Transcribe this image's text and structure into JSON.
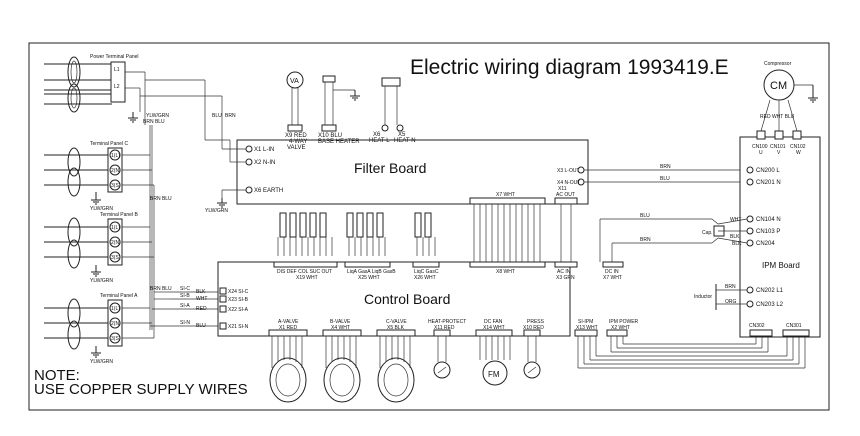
{
  "title": "Electric wiring diagram 1993419.E",
  "note": {
    "line1": "NOTE:",
    "line2": "USE COPPER SUPPLY WIRES"
  },
  "boards": {
    "filter": "Filter Board",
    "control": "Control Board",
    "ipm": "IPM Board"
  },
  "compressor": {
    "label": "Compressor",
    "symbol": "CM",
    "wires": "RED WHT BLU"
  },
  "power_panel": "Power Terminal Panel",
  "panels": [
    "Terminal Panel C",
    "Terminal Panel B",
    "Terminal Panel A"
  ],
  "terminal_labels": [
    "L1",
    "L2",
    "1(L)",
    "2(N)",
    "3(S)",
    "1(L)",
    "2(N)",
    "3(S)",
    "1(L)",
    "2(N)",
    "3(S)"
  ],
  "wire_colors": {
    "brn": "BRN",
    "blu": "BLU",
    "brn_blu": "BRN BLU",
    "yel_grn": "YLW/GRN",
    "blk": "BLK",
    "wht": "WHT",
    "red": "RED",
    "org": "ORG"
  },
  "filter_connectors": {
    "x1": "X1 L-IN",
    "x2": "X2 N-IN",
    "x6": "X6 EARTH",
    "x9": [
      "X9  RED",
      "4-WAY",
      "VALVE"
    ],
    "x10": [
      "X10  BLU",
      "BASE HEATER"
    ],
    "x6h": [
      "X6",
      "HEAT-L"
    ],
    "x5": [
      "X5",
      "HEAT-N"
    ],
    "x3": "X3 L-OUT",
    "x4": "X4 N-OUT",
    "x7": "X7 WHT",
    "x11": [
      "X11",
      "AC OUT"
    ]
  },
  "control_connectors": {
    "x24": "X24 SI-C",
    "x23": "X23 SI-B",
    "x22": "X22 SI-A",
    "x21": "X21 SI-N",
    "sensors": "DIS  DEF  COL  SUC  OUT",
    "x19": "X19 WHT",
    "sensors2": "LiqA  GasA  LiqB  GasB",
    "x25": "X25 WHT",
    "sensors3": "LiqC  GasC",
    "x26": "X26 WHT",
    "x8": "X8 WHT",
    "acin": [
      "AC IN",
      "X3 GRN"
    ],
    "dcin": [
      "DC IN",
      "X7 WHT"
    ],
    "avalve": [
      "A-VALVE",
      "X1 RED"
    ],
    "bvalve": [
      "B-VALVE",
      "X4 WHT"
    ],
    "cvalve": [
      "C-VALVE",
      "X5 BLK"
    ],
    "heat": [
      "HEAT-PROTECT",
      "X11  RED"
    ],
    "dcfan": [
      "DC FAN",
      "X14  WHT"
    ],
    "press": [
      "PRESS",
      "X10  RED"
    ],
    "ihpm": [
      "SI-IPM",
      "X13 WHT"
    ],
    "ipmpower": [
      "IPM POWER",
      "X2  WHT"
    ],
    "sic": "SI-C",
    "sib": "SI-B",
    "sia": "SI-A",
    "sin": "SI-N"
  },
  "ipm_connectors": {
    "cn100": [
      "CN100",
      "U"
    ],
    "cn101": [
      "CN101",
      "V"
    ],
    "cn102": [
      "CN102",
      "W"
    ],
    "cn200": "CN200 L",
    "cn201": "CN201 N",
    "cn104": "CN104 N",
    "cn103": "CN103 P",
    "cn204": "CN204",
    "cn202": "CN202  L1",
    "cn203": "CN203  L2",
    "cn302": "CN302",
    "cn301": "CN301",
    "cap": "Cap.",
    "inductor": "Inductor"
  },
  "symbols": {
    "va": "VA",
    "fm": "FM"
  }
}
